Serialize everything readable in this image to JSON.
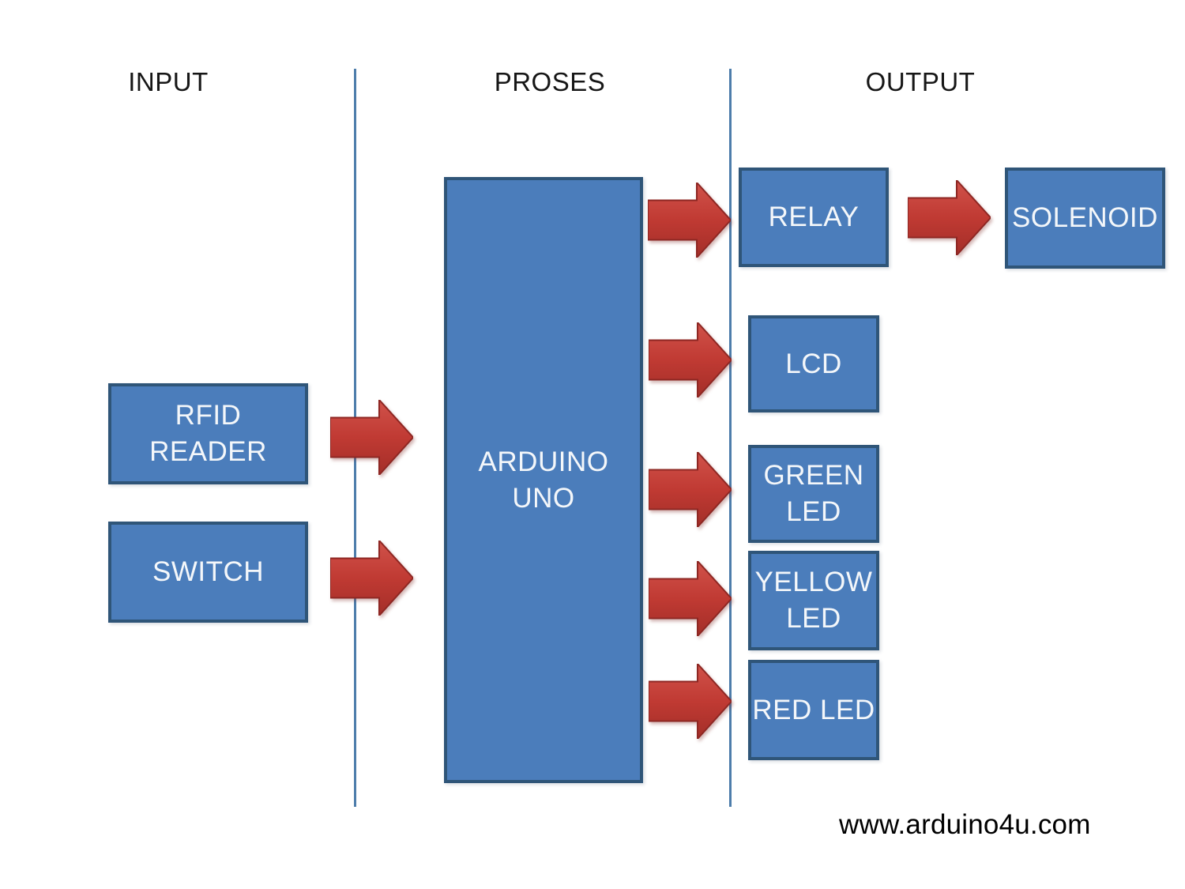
{
  "diagram": {
    "type": "block-flow-diagram",
    "columns": [
      {
        "id": "input",
        "label": "INPUT"
      },
      {
        "id": "proses",
        "label": "PROSES"
      },
      {
        "id": "output",
        "label": "OUTPUT"
      }
    ],
    "nodes": {
      "rfid": {
        "label": "RFID READER",
        "lines": [
          "RFID",
          "READER"
        ],
        "column": "input"
      },
      "switch": {
        "label": "SWITCH",
        "lines": [
          "SWITCH"
        ],
        "column": "input"
      },
      "arduino": {
        "label": "ARDUINO UNO",
        "lines": [
          "ARDUINO",
          "UNO"
        ],
        "column": "proses"
      },
      "relay": {
        "label": "RELAY",
        "lines": [
          "RELAY"
        ],
        "column": "output"
      },
      "solenoid": {
        "label": "SOLENOID",
        "lines": [
          "SOLENOID"
        ],
        "column": "output"
      },
      "lcd": {
        "label": "LCD",
        "lines": [
          "LCD"
        ],
        "column": "output"
      },
      "green_led": {
        "label": "GREEN LED",
        "lines": [
          "GREEN",
          "LED"
        ],
        "column": "output"
      },
      "yellow_led": {
        "label": "YELLOW LED",
        "lines": [
          "YELLOW",
          "LED"
        ],
        "column": "output"
      },
      "red_led": {
        "label": "RED LED",
        "lines": [
          "RED LED"
        ],
        "column": "output"
      }
    },
    "connections": [
      {
        "from": "RFID READER",
        "to": "ARDUINO UNO"
      },
      {
        "from": "SWITCH",
        "to": "ARDUINO UNO"
      },
      {
        "from": "ARDUINO UNO",
        "to": "RELAY"
      },
      {
        "from": "ARDUINO UNO",
        "to": "LCD"
      },
      {
        "from": "ARDUINO UNO",
        "to": "GREEN LED"
      },
      {
        "from": "ARDUINO UNO",
        "to": "YELLOW LED"
      },
      {
        "from": "ARDUINO UNO",
        "to": "RED LED"
      },
      {
        "from": "RELAY",
        "to": "SOLENOID"
      }
    ],
    "colors": {
      "box_fill": "#4b7dbb",
      "box_border": "#2f5578",
      "box_text": "#f4f7fa",
      "divider_line": "#4d7dab",
      "arrow_fill": "#c03a33",
      "arrow_border": "#8e2723",
      "header_text": "#161616",
      "background": "#ffffff"
    }
  },
  "footer": {
    "website": "www.arduino4u.com"
  }
}
